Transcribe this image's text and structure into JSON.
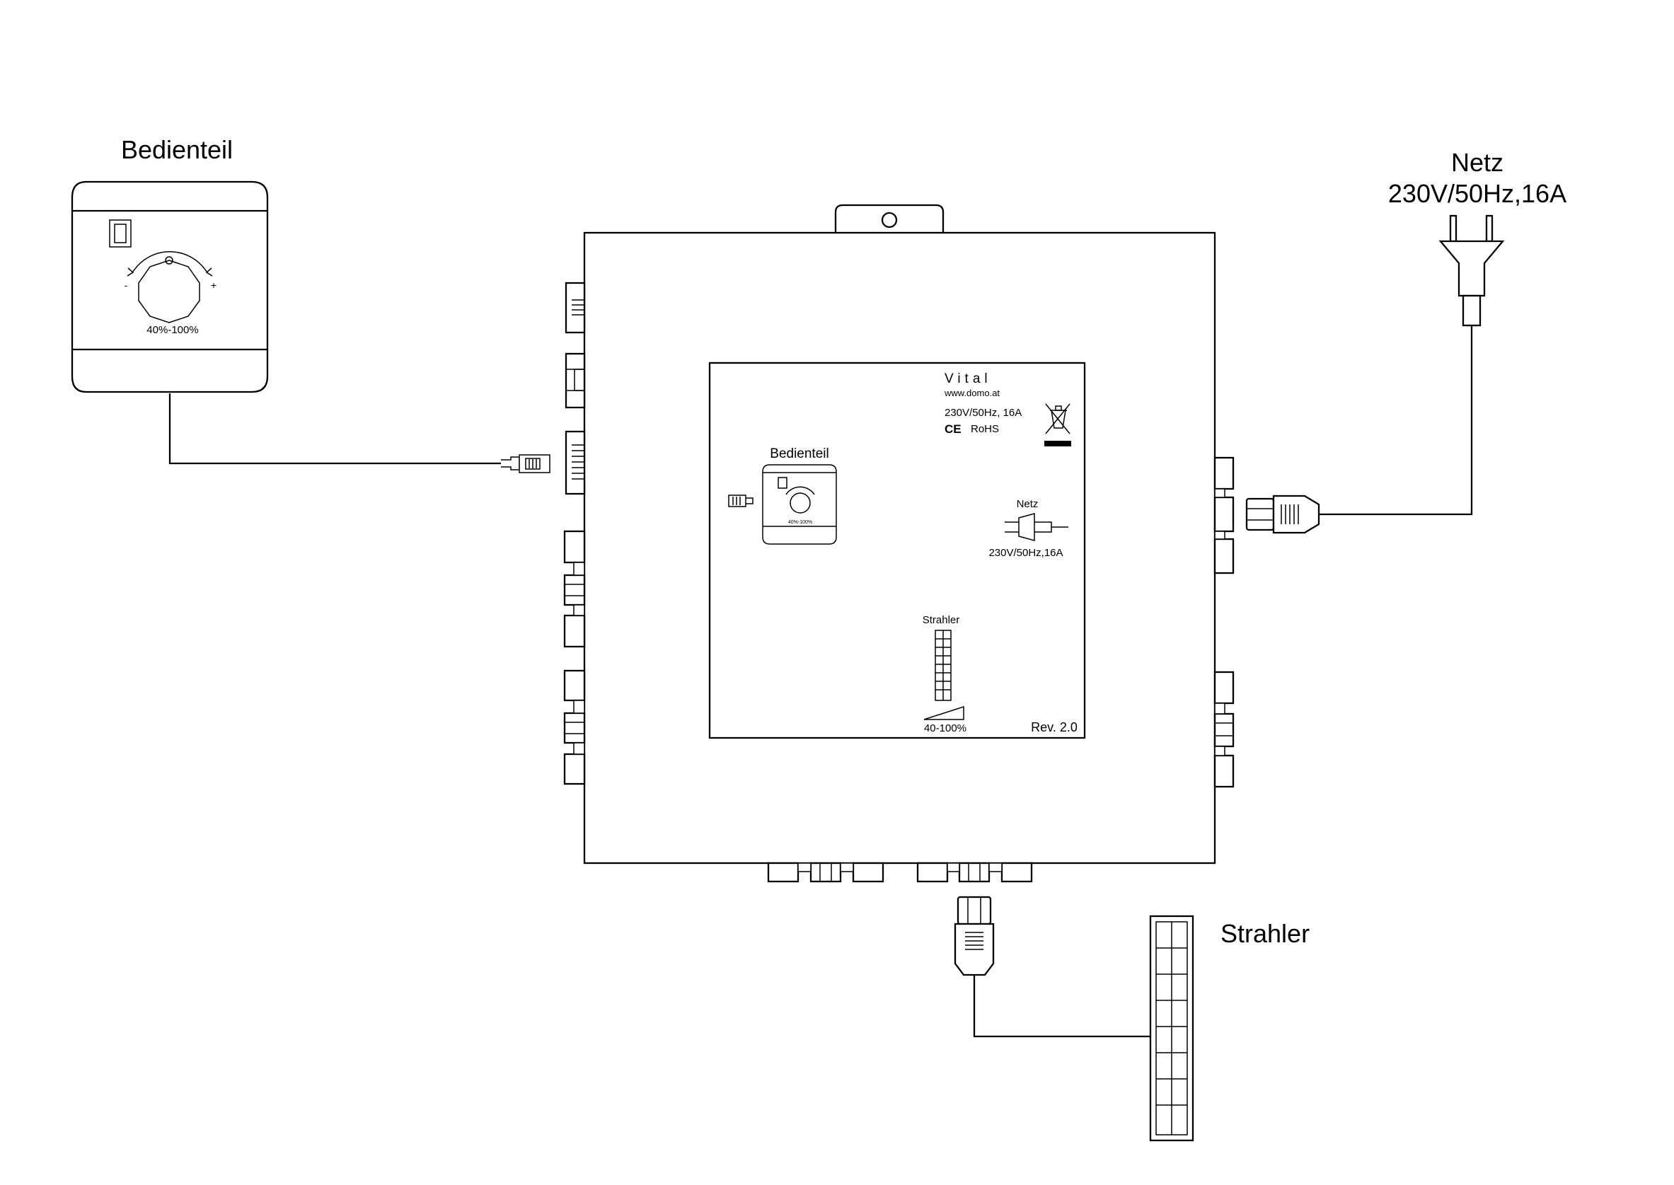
{
  "controller": {
    "title": "Bedienteil",
    "knob_minus": "-",
    "knob_plus": "+",
    "range": "40%-100%"
  },
  "mains": {
    "title": "Netz",
    "spec": "230V/50Hz,16A"
  },
  "heater": {
    "title": "Strahler"
  },
  "label_plate": {
    "brand": "Vital",
    "url": "www.domo.at",
    "rating": "230V/50Hz, 16A",
    "ce_mark": "CE",
    "rohs": "RoHS",
    "controller_title": "Bedienteil",
    "mains_title": "Netz",
    "mains_spec": "230V/50Hz,16A",
    "heater_title": "Strahler",
    "heater_range": "40-100%",
    "revision": "Rev. 2.0"
  }
}
